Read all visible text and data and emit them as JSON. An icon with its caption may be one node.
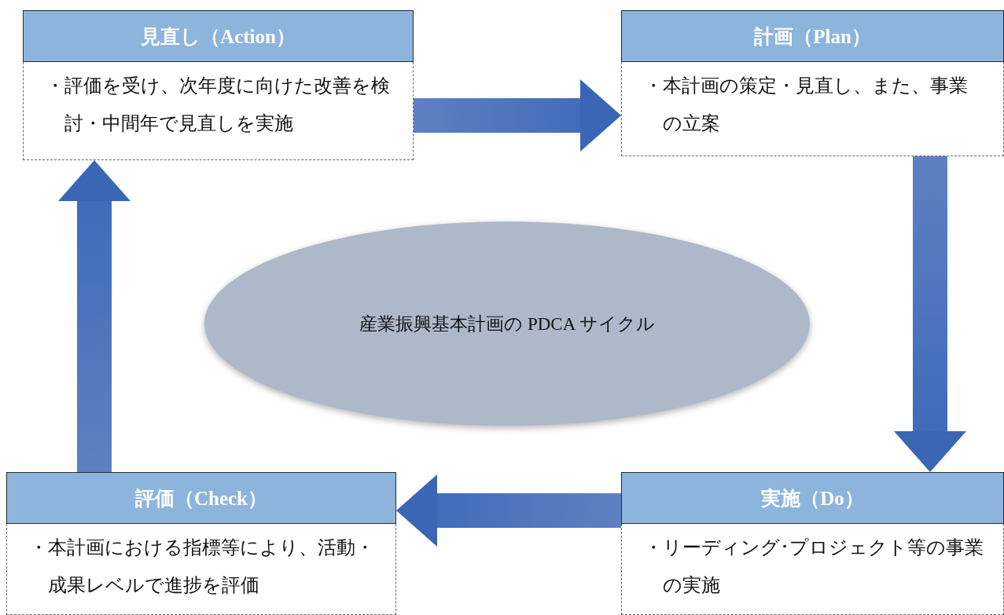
{
  "diagram": {
    "nodes": [
      {
        "text": [
          "見直し（Action）",
          "・評価を受け、次年度に向けた改善を検討・中間年で見直しを実施"
        ]
      },
      {
        "text": [
          "計画（Plan）",
          "・本計画の策定・見直し、また、事業の立案"
        ]
      },
      {
        "text": [
          "産業振興基本計画の PDCA サイクル"
        ]
      },
      {
        "text": [
          "評価（Check）",
          "・本計画における指標等により、活動・成果レベルで進捗を評価"
        ]
      },
      {
        "text": [
          "実施（Do）",
          "・リーディング･プロジェクト等の事業の実施"
        ]
      }
    ],
    "edges": [
      {
        "from": 0,
        "to": 1,
        "arrow": "to"
      },
      {
        "from": 1,
        "to": 4,
        "arrow": "to"
      },
      {
        "from": 4,
        "to": 3,
        "arrow": "to"
      },
      {
        "from": 3,
        "to": 0,
        "arrow": "to"
      }
    ]
  }
}
